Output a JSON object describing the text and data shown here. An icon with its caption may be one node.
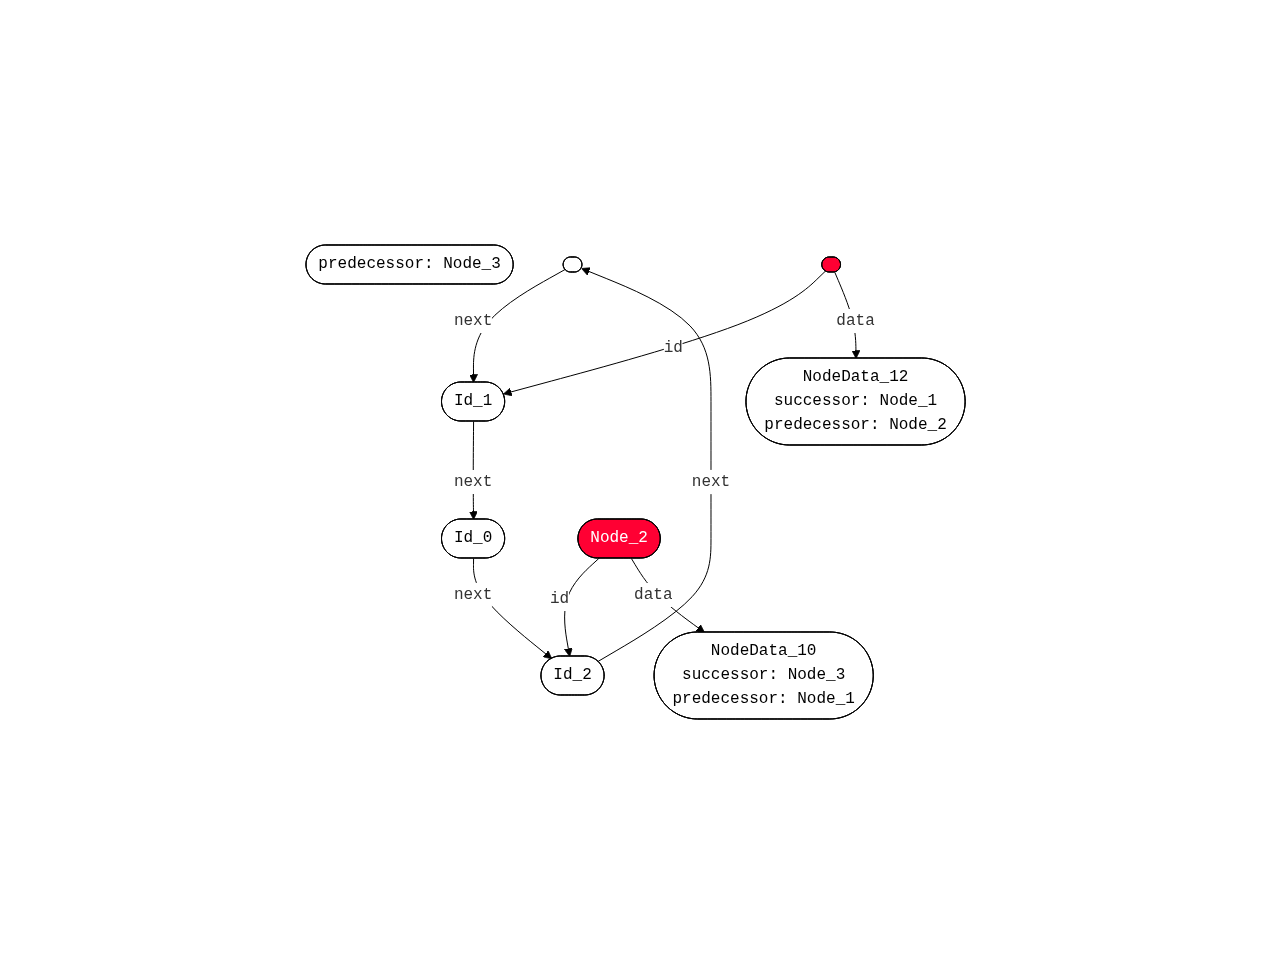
{
  "diagram": {
    "nodes": [
      {
        "text": [
          "predecessor: Node_3"
        ]
      },
      {
        "text": [],
        "shape": "ellipse"
      },
      {
        "text": [],
        "shape": "ellipse"
      },
      {
        "text": [
          "Id_1"
        ]
      },
      {
        "text": [
          "NodeData_12",
          "successor: Node_1",
          "predecessor: Node_2"
        ]
      },
      {
        "text": [
          "Id_0"
        ]
      },
      {
        "text": [
          "Node_2"
        ]
      },
      {
        "text": [
          "Id_2"
        ]
      },
      {
        "text": [
          "NodeData_10",
          "successor: Node_3",
          "predecessor: Node_1"
        ]
      }
    ],
    "edges": [
      {
        "from": 1,
        "to": 3,
        "arrow": "to",
        "label": "next"
      },
      {
        "from": 2,
        "to": 3,
        "arrow": "to",
        "label": "id"
      },
      {
        "from": 2,
        "to": 4,
        "arrow": "to",
        "label": "data"
      },
      {
        "from": 3,
        "to": 5,
        "arrow": "to",
        "label": "next"
      },
      {
        "from": 7,
        "to": 1,
        "arrow": "to",
        "label": "next"
      },
      {
        "from": 5,
        "to": 7,
        "arrow": "to",
        "label": "next"
      },
      {
        "from": 6,
        "to": 7,
        "arrow": "to",
        "label": "id"
      },
      {
        "from": 6,
        "to": 8,
        "arrow": "to",
        "label": "data"
      }
    ]
  }
}
